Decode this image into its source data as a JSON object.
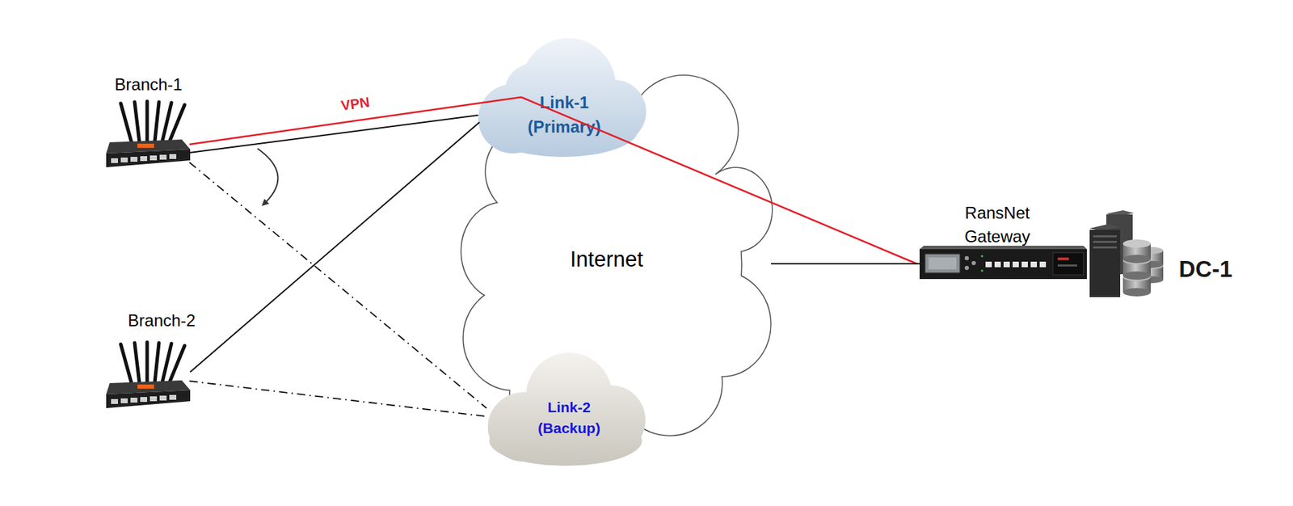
{
  "diagram": {
    "nodes": [
      {
        "text": [
          "Branch-1"
        ]
      },
      {
        "text": [
          "Branch-2"
        ]
      },
      {
        "text": [
          "Internet"
        ]
      },
      {
        "text": [
          "Link-1 (Primary)"
        ],
        "in": 2
      },
      {
        "text": [
          "Link-2 (Backup)"
        ],
        "in": 2
      },
      {
        "text": [
          "RansNet Gateway"
        ]
      },
      {
        "text": [
          "DC-1"
        ]
      }
    ],
    "edges": [
      {
        "from": 0,
        "to": 3,
        "label": "VPN",
        "arrow": "none"
      },
      {
        "from": 3,
        "to": 5,
        "arrow": "none"
      },
      {
        "from": 0,
        "to": 3,
        "arrow": "none"
      },
      {
        "from": 0,
        "to": 4,
        "arrow": "none"
      },
      {
        "from": 1,
        "to": 3,
        "arrow": "none"
      },
      {
        "from": 1,
        "to": 4,
        "arrow": "none"
      },
      {
        "from": 2,
        "to": 5,
        "arrow": "none"
      }
    ]
  }
}
